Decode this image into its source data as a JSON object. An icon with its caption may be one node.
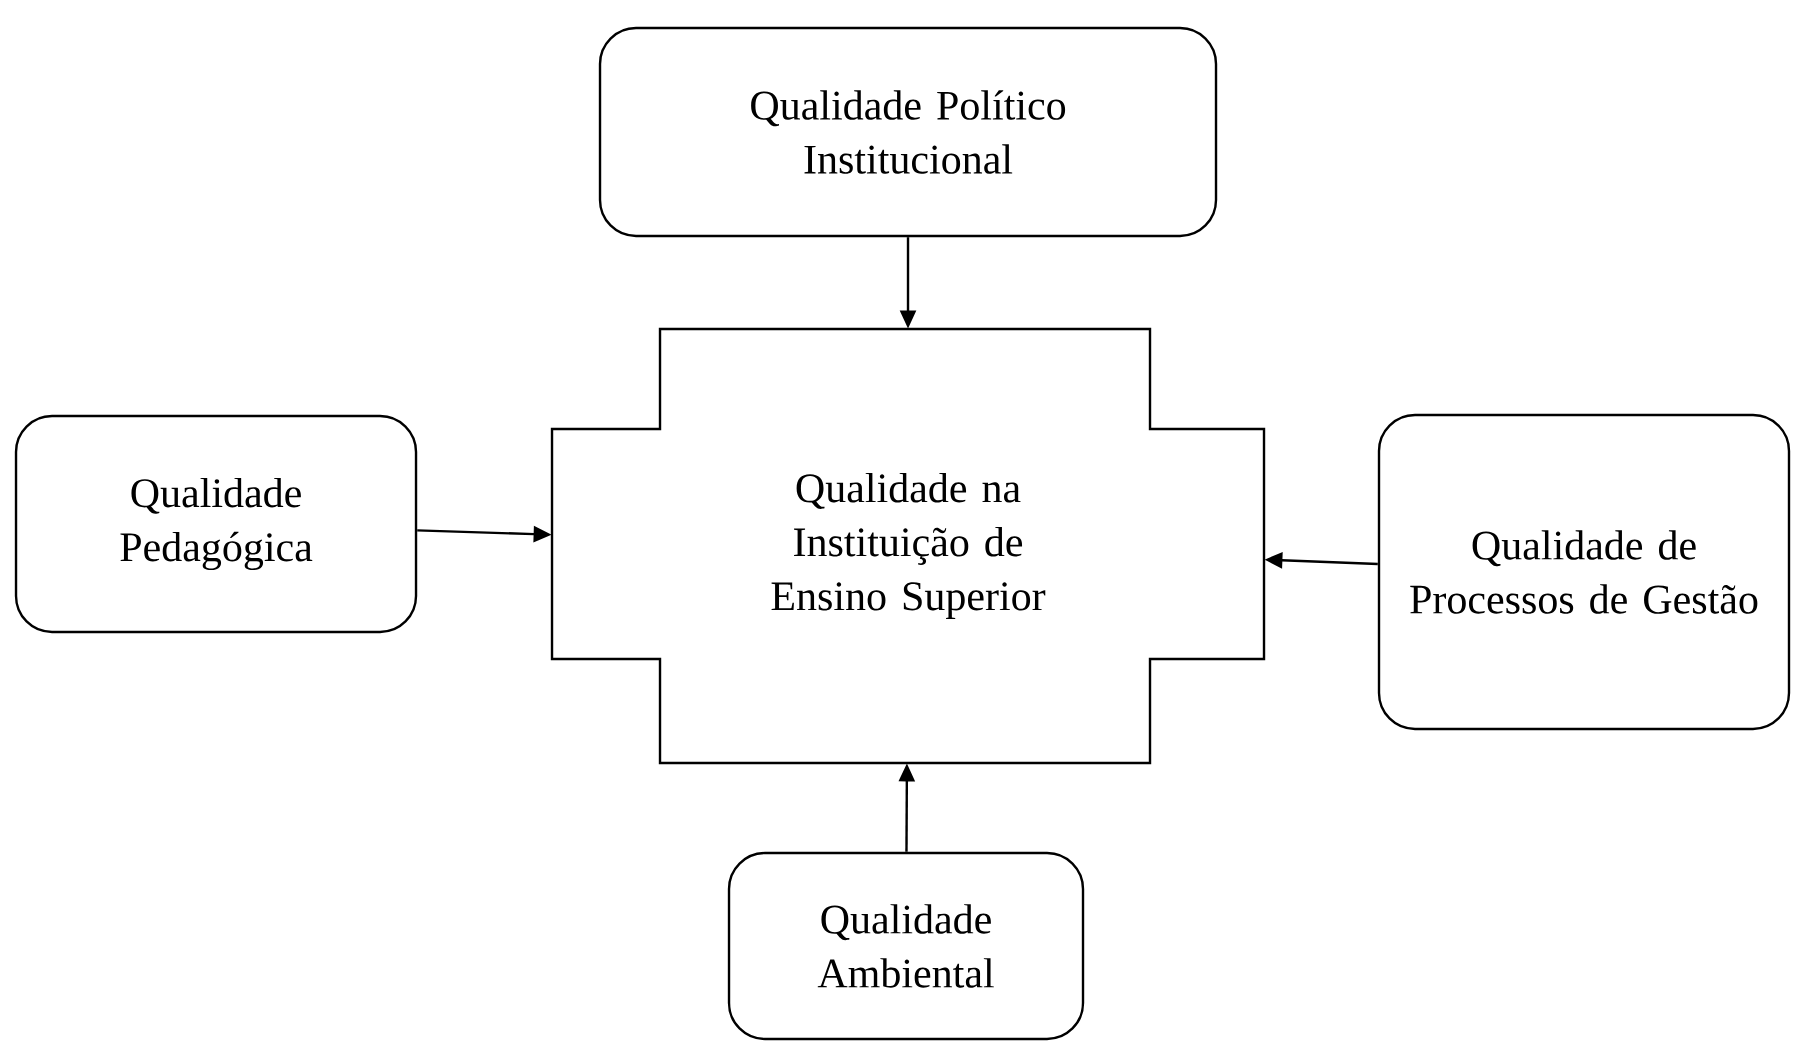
{
  "diagram": {
    "nodes": [
      {
        "text": [
          "Qualidade Político Institucional"
        ]
      },
      {
        "text": [
          "Qualidade Pedagógica"
        ]
      },
      {
        "text": [
          "Qualidade na Instituição de Ensino Superior"
        ]
      },
      {
        "text": [
          "Qualidade de Processos de Gestão"
        ]
      },
      {
        "text": [
          "Qualidade Ambiental"
        ]
      }
    ],
    "edges": [
      {
        "from": 0,
        "to": 2,
        "arrow": "to"
      },
      {
        "from": 1,
        "to": 2,
        "arrow": "to"
      },
      {
        "from": 3,
        "to": 2,
        "arrow": "to"
      },
      {
        "from": 4,
        "to": 2,
        "arrow": "to"
      }
    ]
  }
}
